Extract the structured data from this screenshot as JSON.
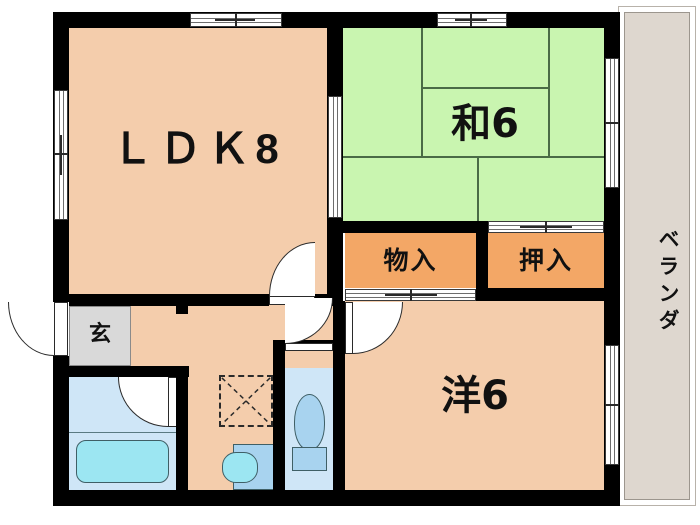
{
  "plan": {
    "type": "japanese-apartment-floorplan",
    "layout_name": "2LDK",
    "rooms": [
      {
        "id": "ldk",
        "label": "ＬＤＫ8",
        "kind": "living-dining-kitchen",
        "size_jo": 8,
        "color": "#f4cdac"
      },
      {
        "id": "washitsu",
        "label": "和6",
        "kind": "japanese-tatami-room",
        "size_jo": 6,
        "color": "#c9f5b0"
      },
      {
        "id": "yoshitsu",
        "label": "洋6",
        "kind": "western-room",
        "size_jo": 6,
        "color": "#f4cdac"
      },
      {
        "id": "monoire",
        "label": "物入",
        "kind": "storage-closet",
        "color": "#f3a766"
      },
      {
        "id": "oshiire",
        "label": "押入",
        "kind": "futon-closet",
        "color": "#f3a766"
      },
      {
        "id": "genkan",
        "label": "玄",
        "kind": "entrance",
        "color": "#d9d9d9"
      },
      {
        "id": "veranda",
        "label": "ベランダ",
        "kind": "balcony",
        "color": "#ded7cf"
      }
    ],
    "fixtures": [
      {
        "id": "bathtub",
        "name": "bathtub"
      },
      {
        "id": "washer-space",
        "name": "washing-machine-space"
      },
      {
        "id": "washbasin",
        "name": "washbasin"
      },
      {
        "id": "toilet",
        "name": "toilet"
      }
    ],
    "colors": {
      "wall": "#000000",
      "ldk_floor": "#f4cdac",
      "tatami": "#c9f5b0",
      "closet": "#f3a766",
      "water_area": "#cfe6f7",
      "tub_water": "#9ce6f2",
      "genkan": "#d9d9d9",
      "veranda": "#ded7cf",
      "background": "#ffffff"
    }
  }
}
